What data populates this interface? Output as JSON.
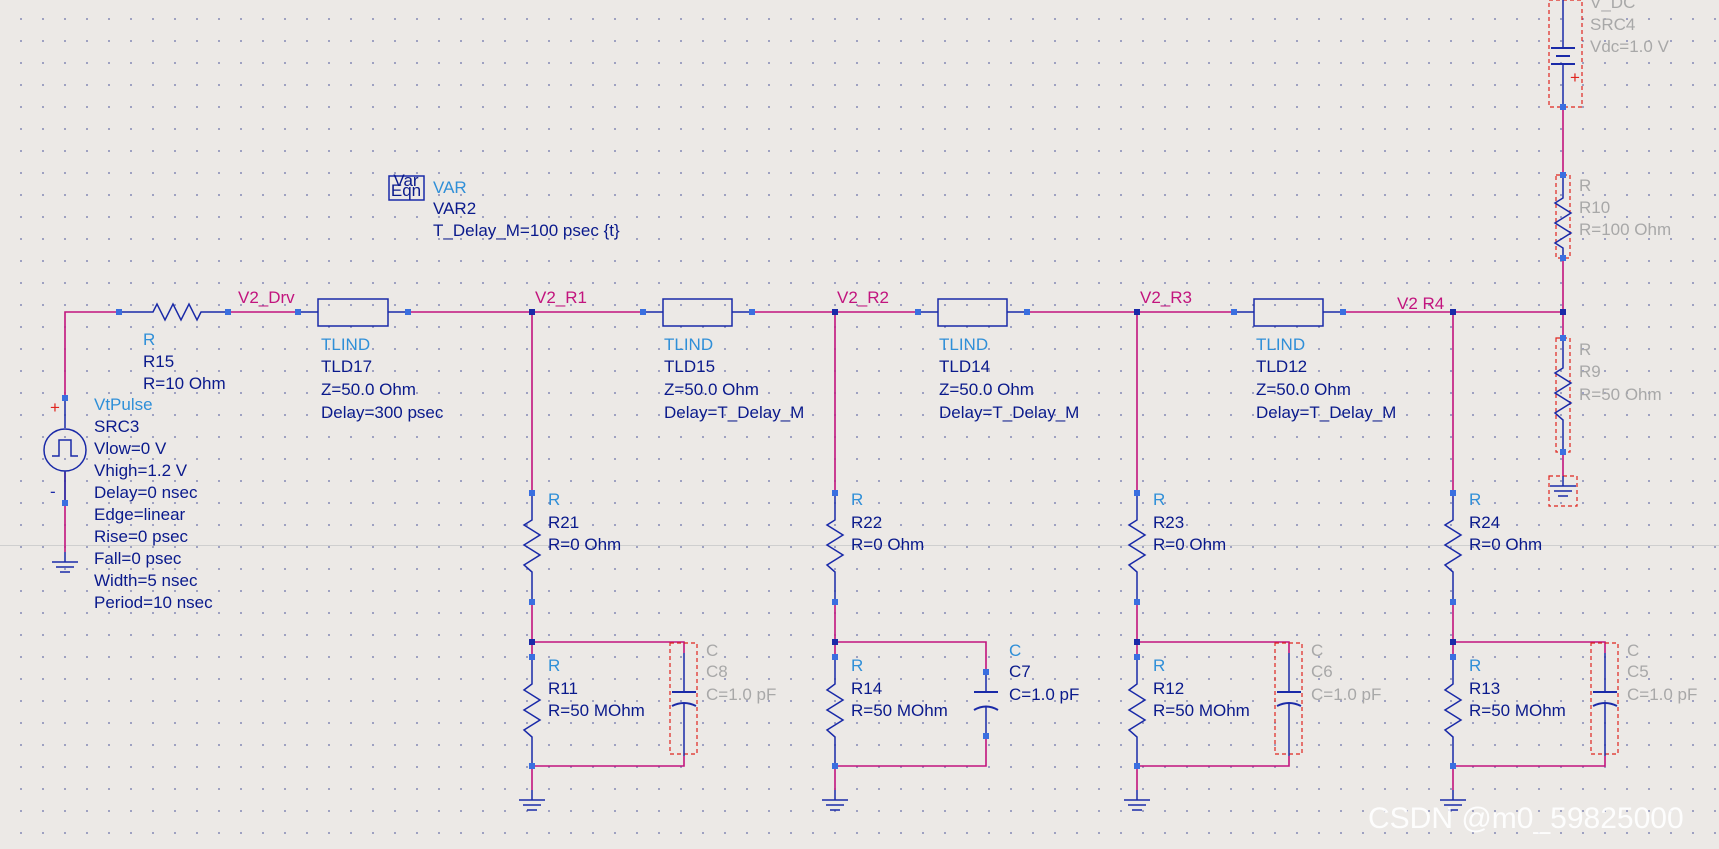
{
  "watermark": "CSDN @m0_59825000",
  "colors": {
    "wire": "#c2147e",
    "component": "#1a2aa8",
    "type_label": "#2f8fd8",
    "instance_label": "#0a1a8c",
    "disabled": "#a8a8a8",
    "pin": "#3a6fe0",
    "background": "#ece9e6"
  },
  "var_block": {
    "icon_top": "Var",
    "icon_bottom": "Eqn",
    "type": "VAR",
    "name": "VAR2",
    "params": [
      "T_Delay_M=100 psec {t}"
    ]
  },
  "nets": {
    "drv": "V2_Drv",
    "r1": "V2_R1",
    "r2": "V2_R2",
    "r3": "V2_R3",
    "r4": "V2 R4"
  },
  "source": {
    "type": "VtPulse",
    "name": "SRC3",
    "plus": "+",
    "minus": "-",
    "params": [
      "Vlow=0 V",
      "Vhigh=1.2 V",
      "Delay=0 nsec",
      "Edge=linear",
      "Rise=0 psec",
      "Fall=0 psec",
      "Width=5 nsec",
      "Period=10 nsec"
    ]
  },
  "r15": {
    "type": "R",
    "name": "R15",
    "value": "R=10 Ohm"
  },
  "tlines": [
    {
      "type": "TLIND",
      "name": "TLD17",
      "z": "Z=50.0 Ohm",
      "delay": "Delay=300 psec"
    },
    {
      "type": "TLIND",
      "name": "TLD15",
      "z": "Z=50.0 Ohm",
      "delay": "Delay=T_Delay_M"
    },
    {
      "type": "TLIND",
      "name": "TLD14",
      "z": "Z=50.0 Ohm",
      "delay": "Delay=T_Delay_M"
    },
    {
      "type": "TLIND",
      "name": "TLD12",
      "z": "Z=50.0 Ohm",
      "delay": "Delay=T_Delay_M"
    }
  ],
  "branches": [
    {
      "ru": {
        "type": "R",
        "name": "R21",
        "value": "R=0 Ohm"
      },
      "rl": {
        "type": "R",
        "name": "R11",
        "value": "R=50 MOhm"
      },
      "cap": {
        "type": "C",
        "name": "C8",
        "value": "C=1.0 pF",
        "disabled": true
      }
    },
    {
      "ru": {
        "type": "R",
        "name": "R22",
        "value": "R=0 Ohm"
      },
      "rl": {
        "type": "R",
        "name": "R14",
        "value": "R=50 MOhm"
      },
      "cap": {
        "type": "C",
        "name": "C7",
        "value": "C=1.0 pF",
        "disabled": false
      }
    },
    {
      "ru": {
        "type": "R",
        "name": "R23",
        "value": "R=0 Ohm"
      },
      "rl": {
        "type": "R",
        "name": "R12",
        "value": "R=50 MOhm"
      },
      "cap": {
        "type": "C",
        "name": "C6",
        "value": "C=1.0 pF",
        "disabled": true
      }
    },
    {
      "ru": {
        "type": "R",
        "name": "R24",
        "value": "R=0 Ohm"
      },
      "rl": {
        "type": "R",
        "name": "R13",
        "value": "R=50 MOhm"
      },
      "cap": {
        "type": "C",
        "name": "C5",
        "value": "C=1.0 pF",
        "disabled": true
      }
    }
  ],
  "vdc": {
    "type": "V_DC",
    "name": "SRC4",
    "value": "Vdc=1.0 V"
  },
  "r10": {
    "type": "R",
    "name": "R10",
    "value": "R=100 Ohm"
  },
  "r9": {
    "type": "R",
    "name": "R9",
    "value": "R=50 Ohm"
  }
}
